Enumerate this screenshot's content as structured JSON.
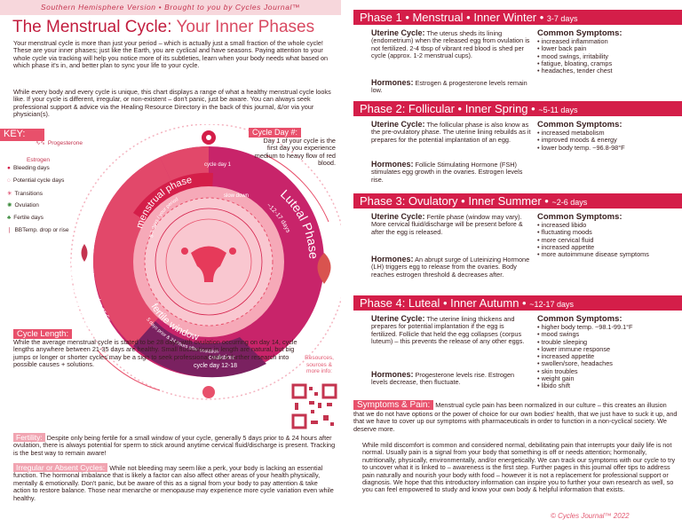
{
  "banner": "Southern Hemisphere Version • Brought to you by Cycles Journal™",
  "title": {
    "main": "The Menstrual Cycle:",
    "sub": "Your Inner Phases"
  },
  "intro": [
    "Your menstrual cycle is more than just your period – which is actually just a small fraction of the whole cycle! These are your inner phases; just like the Earth, you are cyclical and have seasons. Paying attention to your whole cycle via tracking will help you notice more of its subtleties, learn when your body needs what based on which phase it's in, and better plan to sync your life to your cycle.",
    "While every body and every cycle is unique, this chart displays a range of what a healthy menstrual cycle looks like. If your cycle is different, irregular, or non-existent – don't panic, just be aware. You can always seek professional support & advice via the Healing Resource Directory in the back of this journal, &/or via your physician(s)."
  ],
  "key": {
    "heading": "KEY:",
    "items": [
      "Progesterone",
      "Estrogen",
      "Bleeding days",
      "Potential cycle days",
      "Transitions",
      "Ovulation",
      "Fertile days",
      "BBTemp. drop or rise"
    ]
  },
  "cycle_day": {
    "heading": "Cycle Day #:",
    "text": "Day 1 of your cycle is the first day you experience medium to heavy flow of red blood."
  },
  "wheel": {
    "menstrual": "menstrual phase",
    "menstrual_days": "5-7 days / your period",
    "follicular": "Follicular Phase",
    "follicular_days": "~5-11 days to follow",
    "luteal": "Luteal Phase",
    "luteal_days": "~12-17 days",
    "fertile": "fertile window",
    "fertile_days": "5 days prior & 24 hours after ovulation",
    "ovulation": "ovulation:",
    "ovulation_days": "cycle day 12-18",
    "cycle_day_label": "cycle day 1",
    "slow_down": "slow down"
  },
  "cycle_length": {
    "heading": "Cycle Length:",
    "text": "While the average menstrual cycle is stated to be 28 days with ovulation occurring on day 14, cycle lengths anywhere between 21-35 days are healthy. Small fluctuations in length are natural, but big jumps or longer or shorter cycles may be a sign to seek professional help & further research into possible causes + solutions."
  },
  "fertility": {
    "heading": "Fertility:",
    "text": "Despite only being fertile for a small window of your cycle, generally 5 days prior to & 24 hours after ovulation, there is always potential for sperm to stick around anytime cervical fluid/discharge is present. Tracking is the best way to remain aware!"
  },
  "irregular": {
    "heading": "Irregular or Absent Cycles:",
    "text": "While not bleeding may seem like a perk, your body is lacking an essential function. The hormonal imbalance that is likely a factor can also affect other areas of your health physically, mentally & emotionally. Don't panic, but be aware of this as a signal from your body to pay attention & take action to restore balance. Those near menarche or menopause may experience more cycle variation even while healthy."
  },
  "resources": "Resources, sources & more info:",
  "phases": [
    {
      "title": "Phase 1 • Menstrual • Inner Winter •",
      "days": "3-7 days",
      "uterine_label": "Uterine Cycle:",
      "uterine": "The uterus sheds its lining (endometrium) when the released egg from ovulation is not fertilized. 2-4 tbsp of vibrant red blood is shed per cycle (approx. 1-2 menstrual cups).",
      "hormones_label": "Hormones:",
      "hormones": "Estrogen & progesterone levels remain low.",
      "symptoms_label": "Common Symptoms:",
      "symptoms": [
        "increased inflammation",
        "lower back pain",
        "mood swings, irritability",
        "fatigue, bloating, cramps",
        "headaches, tender chest"
      ]
    },
    {
      "title": "Phase 2: Follicular • Inner Spring •",
      "days": "~5-11 days",
      "uterine_label": "Uterine Cycle:",
      "uterine": "The follicular phase is also know as the pre-ovulatory phase. The uterine lining rebuilds as it prepares for the potential implantation of an egg.",
      "hormones_label": "Hormones:",
      "hormones": "Follicle Stimulating Hormone (FSH) stimulates egg growth in the ovaries. Estrogen levels rise.",
      "symptoms_label": "Common Symptoms:",
      "symptoms": [
        "increased metabolism",
        "improved moods & energy",
        "lower body temp. ~96.8-98°F"
      ]
    },
    {
      "title": "Phase 3: Ovulatory • Inner Summer •",
      "days": "~2-6 days",
      "uterine_label": "Uterine Cycle:",
      "uterine": "Fertile phase (window may vary). More cervical fluid/discharge will be present before & after the egg is released.",
      "hormones_label": "Hormones:",
      "hormones": "An abrupt surge of Luteinizing Hormone (LH) triggers egg to release from the ovaries. Body reaches estrogen threshold & decreases after.",
      "symptoms_label": "Common Symptoms:",
      "symptoms": [
        "increased libido",
        "fluctuating moods",
        "more cervical fluid",
        "increased appetite",
        "more autoimmune disease symptoms"
      ]
    },
    {
      "title": "Phase 4: Luteal • Inner Autumn •",
      "days": "~12-17 days",
      "uterine_label": "Uterine Cycle:",
      "uterine": "The uterine lining thickens and prepares for potential implantation if the egg is fertilized. Follicle that held the egg collapses (corpus luteum) – this prevents the release of any other eggs.",
      "hormones_label": "Hormones:",
      "hormones": "Progesterone levels rise. Estrogen levels decrease, then fluctuate.",
      "symptoms_label": "Common Symptoms:",
      "symptoms": [
        "higher body temp. ~98.1-99.1°F",
        "mood swings",
        "trouble sleeping",
        "lower immune response",
        "increased appetite",
        "swollen/sore, headaches",
        "skin troubles",
        "weight gain",
        "libido shift"
      ]
    }
  ],
  "symptoms_pain": {
    "heading": "Symptoms & Pain:",
    "text": "Menstrual cycle pain has been normalized in our culture – this creates an illusion that we do not have options or the power of choice for our own bodies' health, that we just have to suck it up, and that we have to cover up our symptoms with pharmaceuticals in order to function in a non-cyclical society. We deserve more."
  },
  "closing": "While mild discomfort is common and considered normal, debilitating pain that interrupts your daily life is not normal. Usually pain is a signal from your body that something is off or needs attention; hormonally, nutritionally, physically, environmentally, and/or energetically. We can track our symptoms with our cycle to try to uncover what it is linked to – awareness is the first step. Further pages in this journal offer tips to address pain naturally and nourish your body with food – however it is not a replacement for professional support or diagnosis. We hope that this introductory information can inspire you to further your own research as well, so you can feel empowered to study and know your own body & helpful information that exists.",
  "copyright": "© Cycles Journal™ 2022",
  "colors": {
    "crimson": "#d41e49",
    "pink": "#e8506b",
    "lightpink": "#f7d7dc",
    "purple": "#7a2160",
    "magenta": "#c8246a"
  }
}
